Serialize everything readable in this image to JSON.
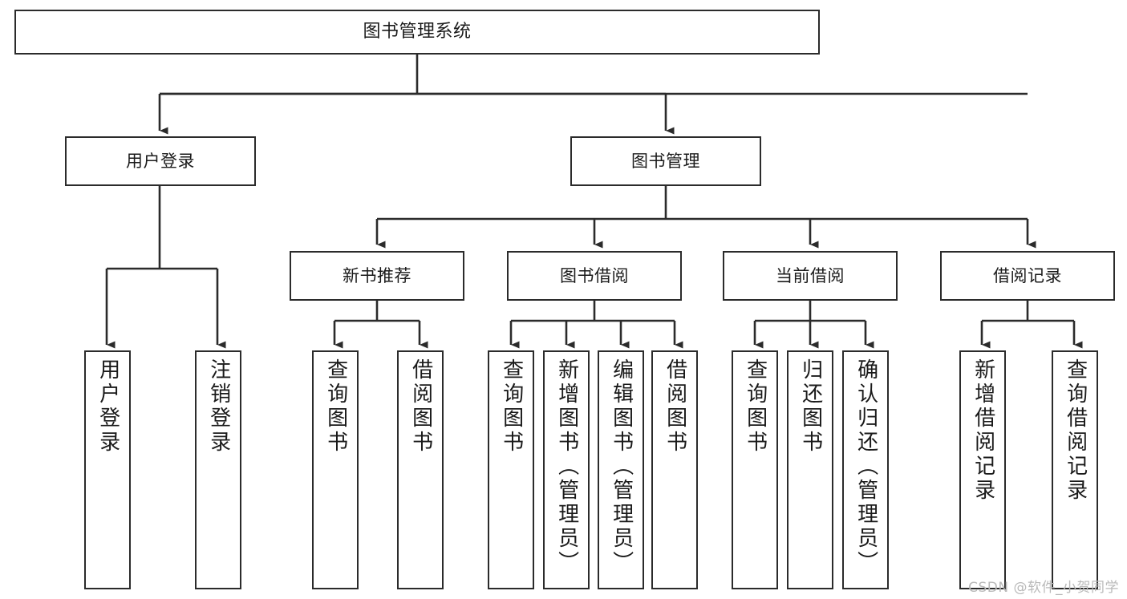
{
  "diagram": {
    "type": "tree",
    "title": "图书管理系统",
    "stroke_color": "#2b2b2b",
    "fill_color": "#ffffff",
    "text_color": "#1a1a1a"
  },
  "nodes": {
    "root": {
      "label": "图书管理系统"
    },
    "user_login": {
      "label": "用户登录"
    },
    "book_manage": {
      "label": "图书管理"
    },
    "new_book_rec": {
      "label": "新书推荐"
    },
    "book_borrow": {
      "label": "图书借阅"
    },
    "current_borrow": {
      "label": "当前借阅"
    },
    "borrow_record": {
      "label": "借阅记录"
    },
    "leaf_user_login": {
      "label": "用户登录"
    },
    "leaf_user_logout": {
      "label": "注销登录"
    },
    "leaf_rec_query": {
      "label": "查询图书"
    },
    "leaf_rec_borrow": {
      "label": "借阅图书"
    },
    "leaf_borrow_query": {
      "label": "查询图书"
    },
    "leaf_borrow_add": {
      "label": "新增图书（管理员）"
    },
    "leaf_borrow_edit": {
      "label": "编辑图书（管理员）"
    },
    "leaf_borrow_lend": {
      "label": "借阅图书"
    },
    "leaf_cur_query": {
      "label": "查询图书"
    },
    "leaf_cur_return": {
      "label": "归还图书"
    },
    "leaf_cur_confirm": {
      "label": "确认归还（管理员）"
    },
    "leaf_rec_add": {
      "label": "新增借阅记录"
    },
    "leaf_rec_search": {
      "label": "查询借阅记录"
    }
  },
  "watermark": {
    "text": "CSDN @软件_小贺同学"
  }
}
